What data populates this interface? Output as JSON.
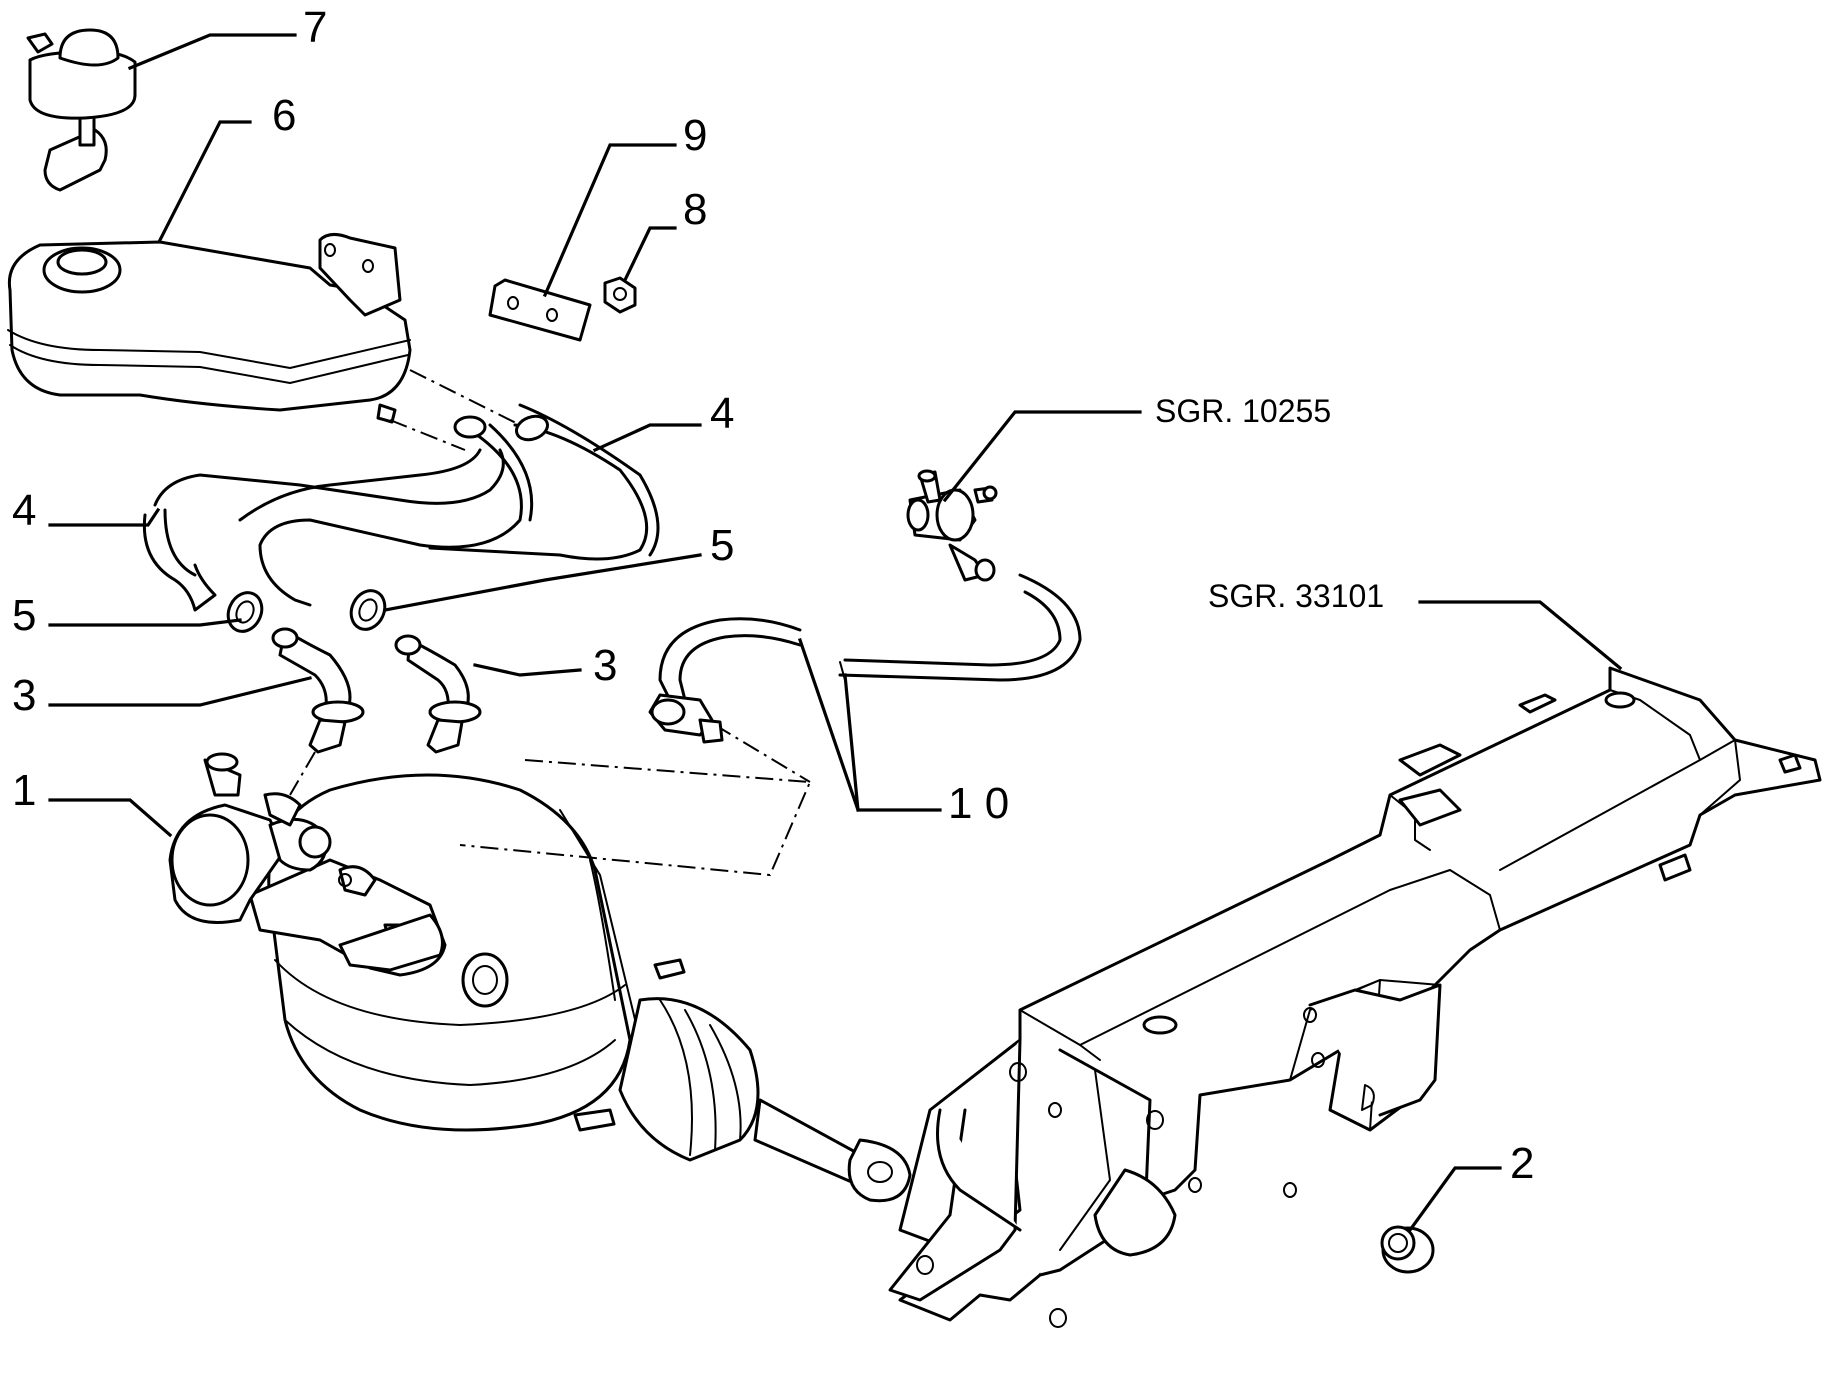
{
  "callouts": [
    {
      "id": "1",
      "text": "1"
    },
    {
      "id": "2",
      "text": "2"
    },
    {
      "id": "3a",
      "text": "3"
    },
    {
      "id": "3b",
      "text": "3"
    },
    {
      "id": "4a",
      "text": "4"
    },
    {
      "id": "4b",
      "text": "4"
    },
    {
      "id": "5a",
      "text": "5"
    },
    {
      "id": "5b",
      "text": "5"
    },
    {
      "id": "6",
      "text": "6"
    },
    {
      "id": "7",
      "text": "7"
    },
    {
      "id": "8",
      "text": "8"
    },
    {
      "id": "9",
      "text": "9"
    },
    {
      "id": "10",
      "text": "1 0"
    }
  ],
  "references": [
    {
      "id": "sgr1",
      "text": "SGR. 10255"
    },
    {
      "id": "sgr2",
      "text": "SGR. 33101"
    }
  ]
}
